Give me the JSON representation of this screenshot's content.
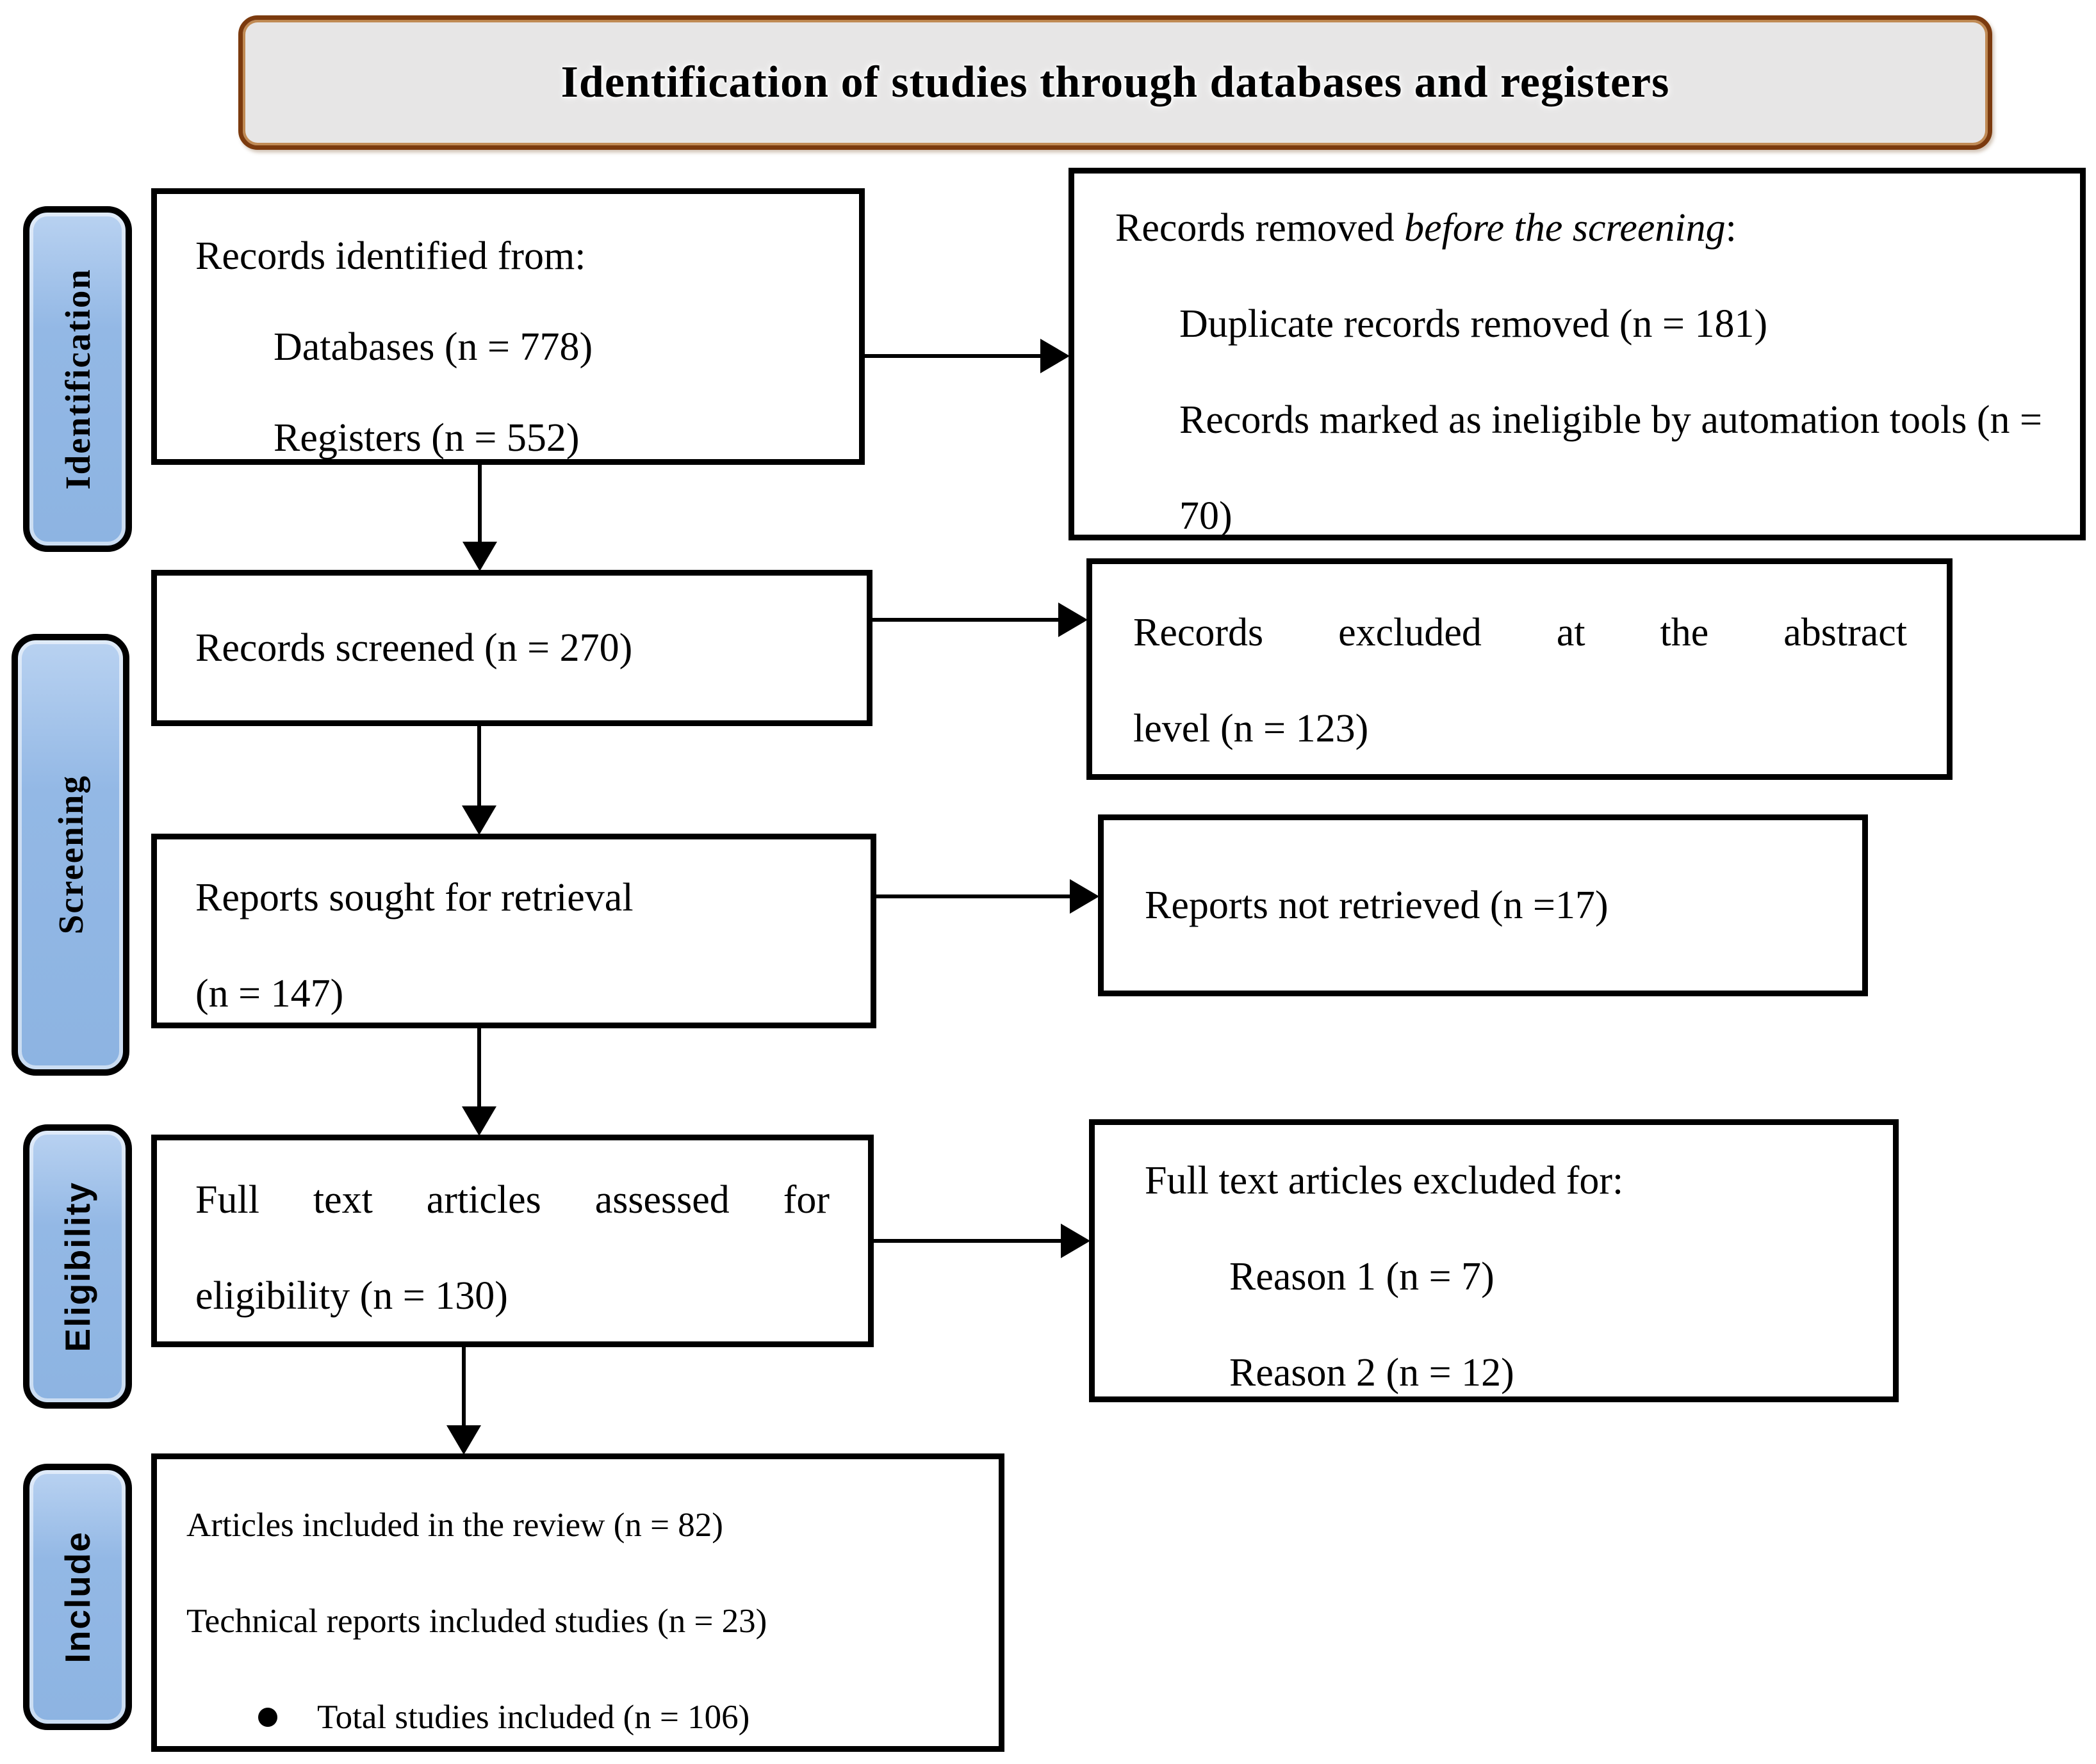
{
  "title": "Identification of studies through databases and registers",
  "colors": {
    "stage_fill": "#8db4e2",
    "stage_border": "#000000",
    "title_fill": "#e7e6e6",
    "title_border": "#7b3a0e",
    "box_border": "#000000",
    "arrow": "#000000"
  },
  "stages": [
    {
      "label": "Identification"
    },
    {
      "label": "Screening"
    },
    {
      "label": "Eligibility"
    },
    {
      "label": "Include"
    }
  ],
  "boxes": {
    "identified": {
      "heading": "Records identified from:",
      "items": [
        "Databases (n = 778)",
        "Registers (n = 552)"
      ]
    },
    "removed": {
      "heading_pre": "Records removed ",
      "heading_italic": "before the screening",
      "heading_post": ":",
      "items": [
        "Duplicate records removed (n = 181)",
        "Records marked as ineligible by automation tools (n = 70)"
      ]
    },
    "screened": {
      "text": "Records screened (n = 270)"
    },
    "excluded_abstract": {
      "line1": "Records excluded at the abstract",
      "line2": "level (n = 123)"
    },
    "sought": {
      "line1": "Reports sought for retrieval",
      "line2": "(n = 147)"
    },
    "not_retrieved": {
      "text": "Reports not retrieved (n =17)"
    },
    "assessed": {
      "line1": "Full text articles assessed for",
      "line2": "eligibility (n = 130)"
    },
    "excluded_fulltext": {
      "heading": "Full text articles excluded for:",
      "items": [
        "Reason 1 (n = 7)",
        "Reason 2 (n = 12)"
      ]
    },
    "included": {
      "line1": "Articles included in the review (n = 82)",
      "line2": "Technical reports included studies (n = 23)",
      "bullet_item": "Total studies included (n = 106)"
    }
  }
}
